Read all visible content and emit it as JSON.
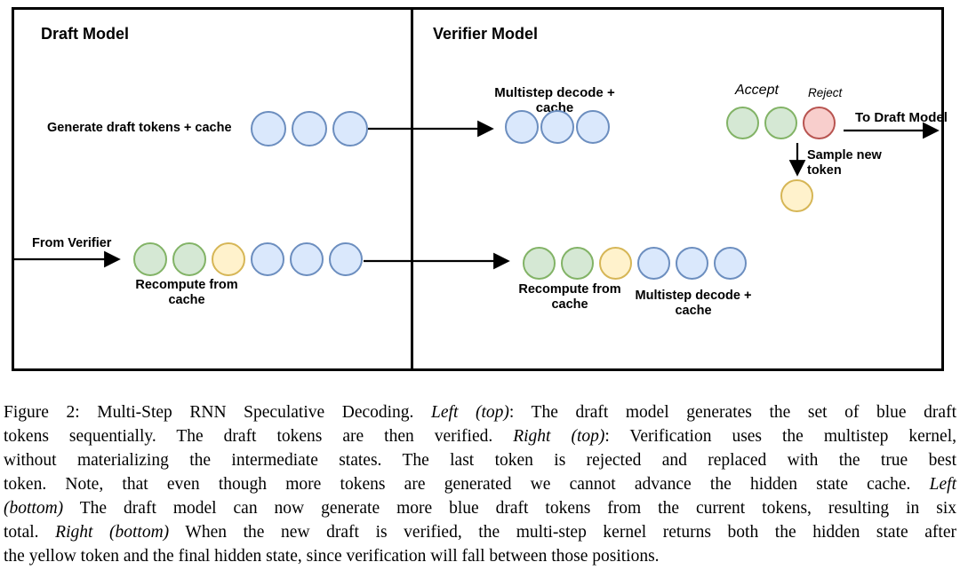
{
  "figure": {
    "draft_panel": {
      "title": "Draft Model",
      "generate_label": "Generate draft tokens + cache",
      "from_verifier_label": "From Verifier",
      "recompute_lines": [
        "Recompute from",
        "cache"
      ],
      "top_tokens": [
        "blue",
        "blue",
        "blue"
      ],
      "bottom_tokens": [
        "green",
        "green",
        "yellow",
        "blue",
        "blue",
        "blue"
      ]
    },
    "verifier_panel": {
      "title": "Verifier Model",
      "multistep_label": "Multistep decode + cache",
      "accept_label": "Accept",
      "reject_label": "Reject",
      "to_draft_label": "To Draft Model",
      "sample_lines": [
        "Sample new",
        "token"
      ],
      "recompute_lines": [
        "Recompute from",
        "cache"
      ],
      "multistep_bottom_lines": [
        "Multistep decode +",
        "cache"
      ],
      "top_tokens": [
        "blue",
        "blue",
        "blue"
      ],
      "accept_tokens": [
        "green",
        "green",
        "red"
      ],
      "new_token": [
        "yellow"
      ],
      "bottom_tokens": [
        "green",
        "green",
        "yellow",
        "blue",
        "blue",
        "blue"
      ]
    },
    "token_colors": {
      "blue": {
        "fill": "#dae8fc",
        "stroke": "#6c8ebf"
      },
      "green": {
        "fill": "#d5e8d4",
        "stroke": "#82b366"
      },
      "yellow": {
        "fill": "#fff2cc",
        "stroke": "#d6b656"
      },
      "red": {
        "fill": "#f8cecc",
        "stroke": "#b85450"
      }
    }
  },
  "caption": {
    "lines": [
      [
        {
          "t": "Figure 2: Multi-Step RNN Speculative Decoding. "
        },
        {
          "t": "Left (top)",
          "i": 1
        },
        {
          "t": ": The draft model generates the set of blue draft"
        }
      ],
      [
        {
          "t": "tokens sequentially. The draft tokens are then verified. "
        },
        {
          "t": "Right (top)",
          "i": 1
        },
        {
          "t": ": Verification uses the multistep kernel,"
        }
      ],
      [
        {
          "t": "without materializing the intermediate states. The last token is rejected and replaced with the true best"
        }
      ],
      [
        {
          "t": "token. Note, that even though more tokens are generated we cannot advance the hidden state cache. "
        },
        {
          "t": "Left",
          "i": 1
        }
      ],
      [
        {
          "t": "(bottom)",
          "i": 1
        },
        {
          "t": " The draft model can now generate more blue draft tokens from the current tokens, resulting in six"
        }
      ],
      [
        {
          "t": "total. "
        },
        {
          "t": "Right (bottom)",
          "i": 1
        },
        {
          "t": " When the new draft is verified, the multi-step kernel returns both the hidden state after"
        }
      ],
      [
        {
          "t": "the yellow token and the final hidden state, since verification will fall between those positions."
        }
      ]
    ]
  }
}
